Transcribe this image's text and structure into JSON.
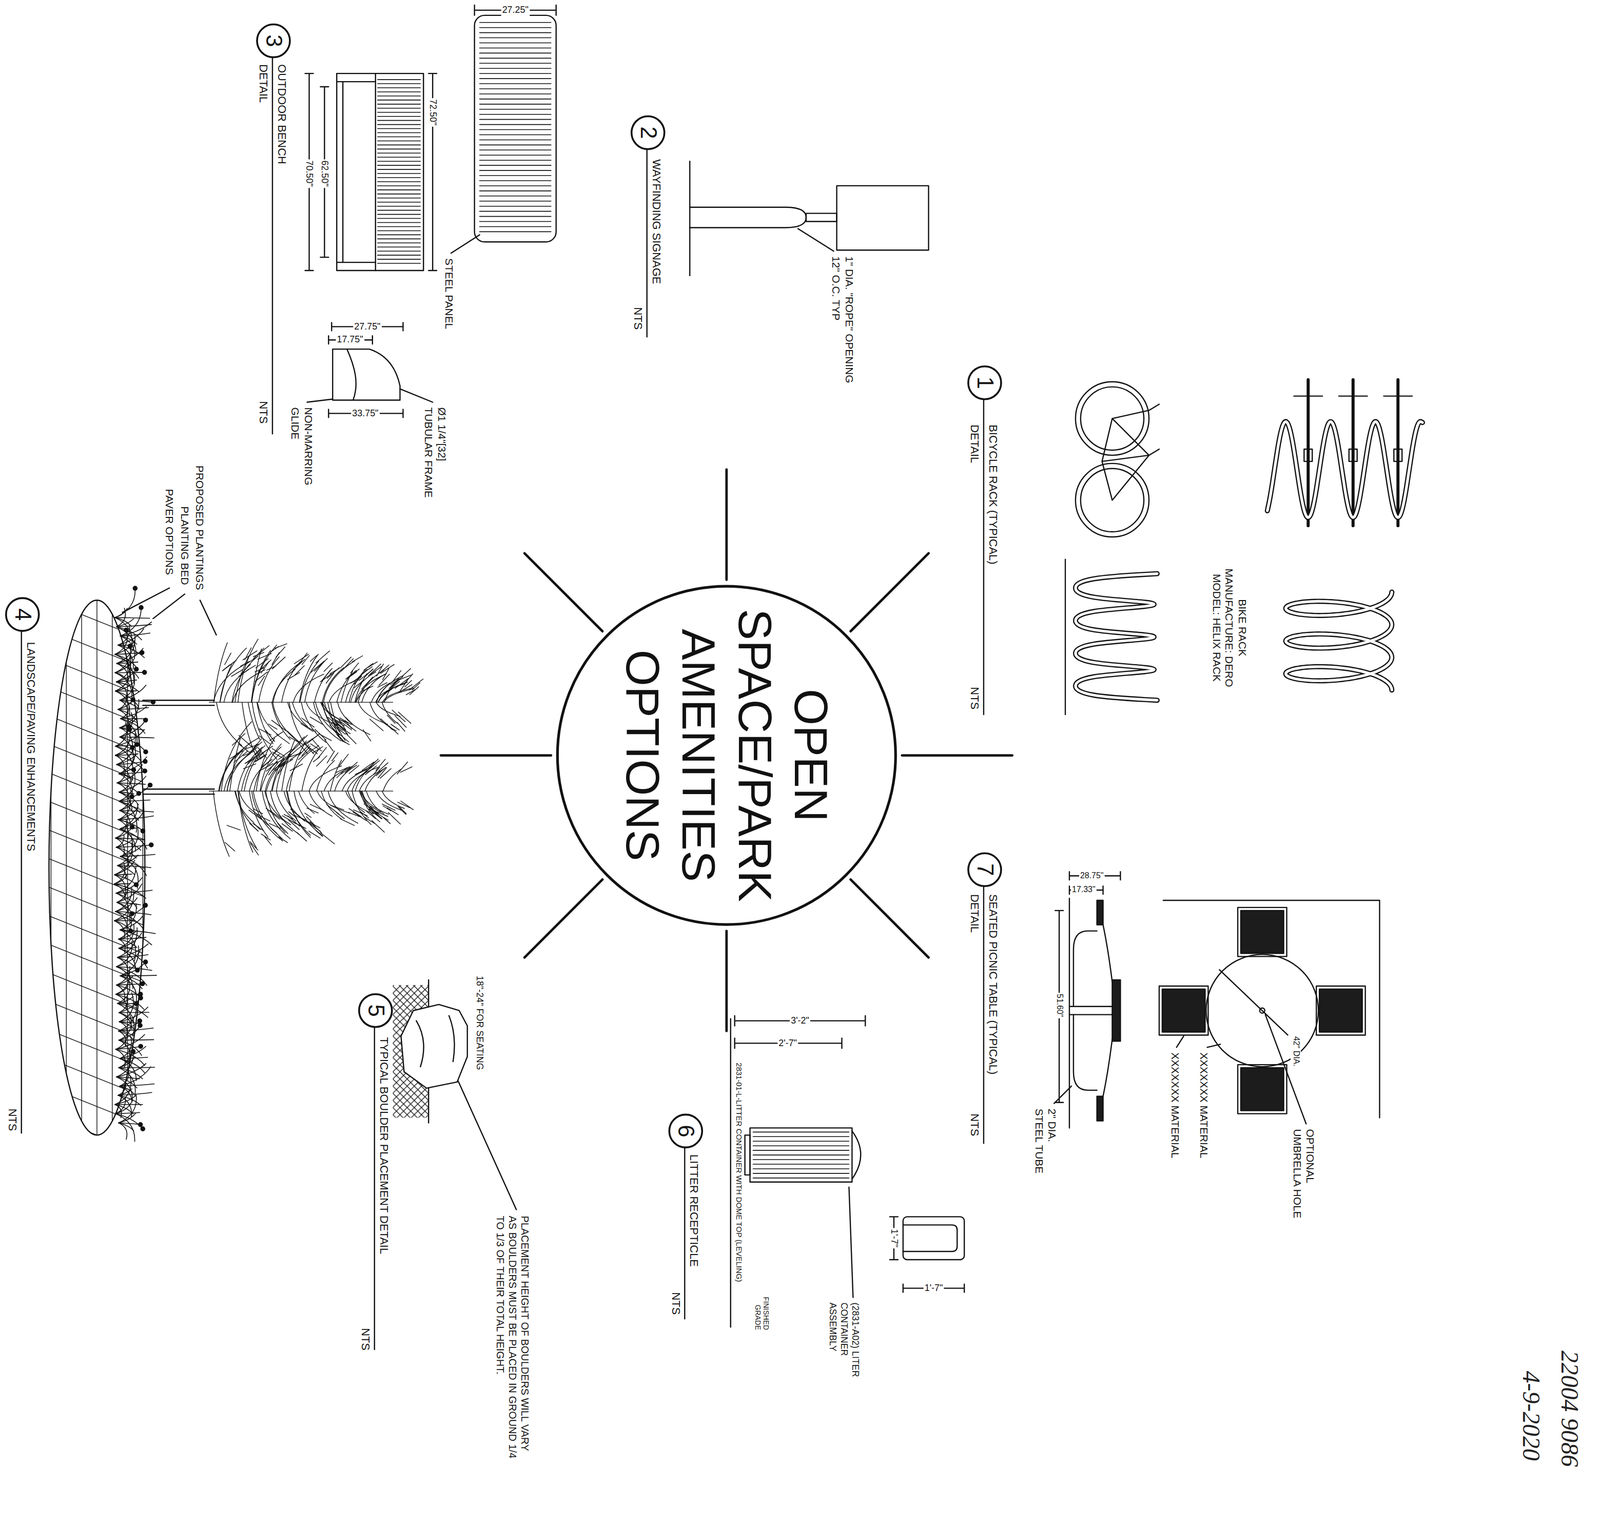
{
  "diagram": {
    "nodes": [
      {
        "text": [
          "OPEN SPACE/PARK AMENITIES OPTIONS"
        ]
      },
      {
        "text": [
          "1"
        ]
      },
      {
        "text": [
          "2"
        ]
      },
      {
        "text": [
          "3"
        ]
      },
      {
        "text": [
          "4"
        ]
      },
      {
        "text": [
          "5"
        ]
      },
      {
        "text": [
          "6"
        ]
      },
      {
        "text": [
          "7"
        ]
      }
    ],
    "labels": [
      "BIKE RACK MANUFACTURE: DERO MODEL: HELIX RACK",
      "BICYCLE RACK (TYPICAL)",
      "DETAIL",
      "NTS",
      "1\" DIA. \"ROPE\" OPENING 12\" O.C. TYP",
      "WAYFINDING SIGNAGE",
      "NTS",
      "27.25\"",
      "72.50\"",
      "62.50\"",
      "70.50\"",
      "STEEL PANEL",
      "27.75\"",
      "17.75\"",
      "Ø1 1/4\"[32] TUBULAR FRAME",
      "33.75\"",
      "NON-MARRING GLIDE",
      "OUTDOOR BENCH",
      "DETAIL",
      "NTS",
      "PROPOSED PLANTINGS",
      "PLANTING BED",
      "PAVER OPTIONS",
      "LANDSCAPE/PAVING ENHANCEMENTS",
      "NTS",
      "18\"-24\" FOR SEATING",
      "PLACEMENT HEIGHT OF BOULDERS WILL VARY AS BOULDERS MUST BE PLACED IN GROUND 1/4 TO 1/3 OF THEIR TOTAL HEIGHT.",
      "TYPICAL BOULDER PLACEMENT DETAIL",
      "NTS",
      "3'-2\"",
      "2'-7\"",
      "1'-7\"",
      "1'-7\"",
      "2831-01-L-LITTER CONTAINER WITH DOME TOP (LEVELING)",
      "FINISHED GRADE",
      "(2831-A02) LITER CONTAINER ASSEMBLY",
      "LITTER RECEPTICLE",
      "NTS",
      "28.75\"",
      "17.33\"",
      "51.60\"",
      "2\" DIA. STEEL TUBE",
      "42\" DIA.",
      "OPTIONAL UMBRELLA HOLE",
      "XXXXXXX MATERIAL",
      "XXXXXXX MATERIAL",
      "SEATED PICNIC TABLE (TYPICAL)",
      "DETAIL",
      "NTS",
      "22004 9086",
      "4-9-2020"
    ]
  }
}
